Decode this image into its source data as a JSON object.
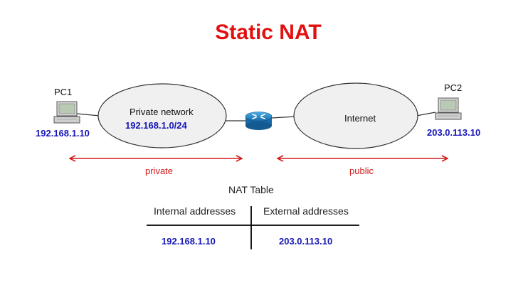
{
  "title": "Static NAT",
  "colors": {
    "title": "#e31010",
    "ip_text": "#1515b8",
    "arrow": "#d11a1a",
    "router": "#1a7fc0"
  },
  "pc1": {
    "name": "PC1",
    "ip": "192.168.1.10",
    "icon": "computer-icon"
  },
  "pc2": {
    "name": "PC2",
    "ip": "203.0.113.10",
    "icon": "computer-icon"
  },
  "private_cloud": {
    "label": "Private network",
    "subnet": "192.168.1.0/24"
  },
  "internet_cloud": {
    "label": "Internet"
  },
  "router": {
    "icon": "router-icon"
  },
  "zones": {
    "private": "private",
    "public": "public"
  },
  "nat_table": {
    "title": "NAT Table",
    "headers": [
      "Internal addresses",
      "External addresses"
    ],
    "rows": [
      [
        "192.168.1.10",
        "203.0.113.10"
      ]
    ]
  }
}
